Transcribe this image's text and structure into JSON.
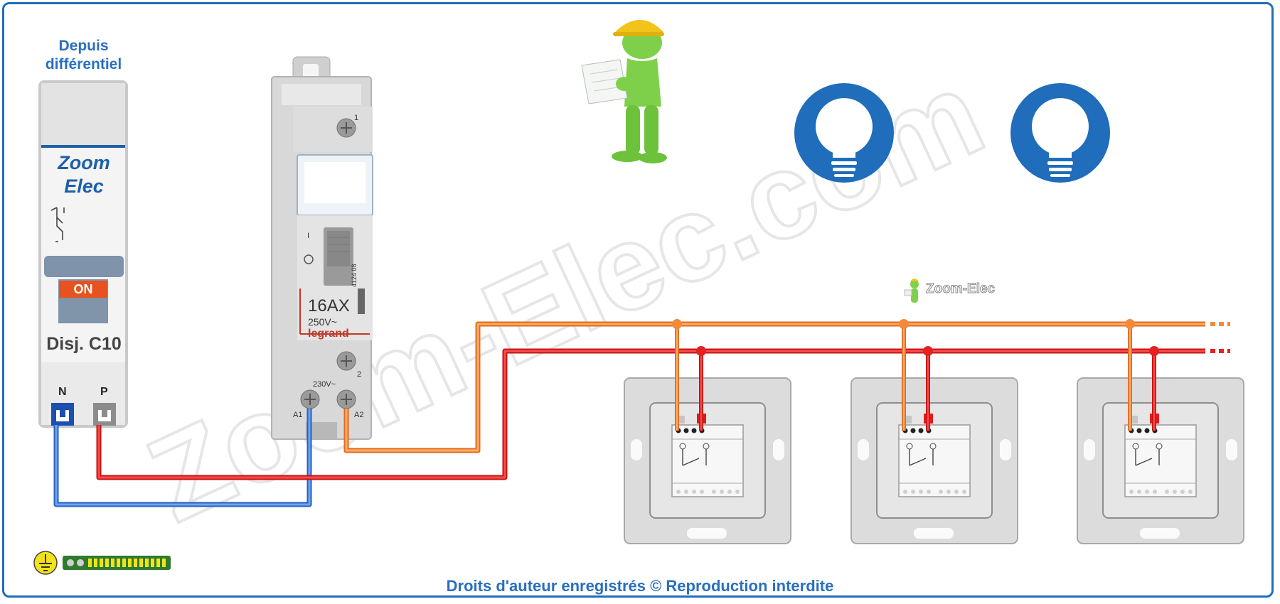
{
  "title": "Depuis différentiel",
  "breaker": {
    "brand": "Zoom Elec",
    "status": "ON",
    "rating": "Disj. C10",
    "terminal_n": "N",
    "terminal_p": "P"
  },
  "contactor": {
    "current": "16AX",
    "voltage": "250V~",
    "brand": "legrand",
    "ref": "4124 08",
    "coil_voltage": "230V~",
    "terminal_1": "1",
    "terminal_2": "2",
    "terminal_a1": "A1",
    "terminal_a2": "A2",
    "label_i": "I"
  },
  "watermark": "Zoom-Elec.com",
  "mini_logo": "Zoom-Elec",
  "footer": "Droits d'auteur enregistrés © Reproduction interdite",
  "lamp_count": 2,
  "pushbutton_count": 3,
  "colors": {
    "frame": "#1f6dbb",
    "neutral": "#3a7fd5",
    "phase": "#e32222",
    "return": "#f28a3a",
    "lamp": "#1f6dbb",
    "figure": "#7ed04b",
    "helmet": "#f2c318"
  },
  "icons": [
    "lamp-icon",
    "earth-icon",
    "worker-figure"
  ]
}
